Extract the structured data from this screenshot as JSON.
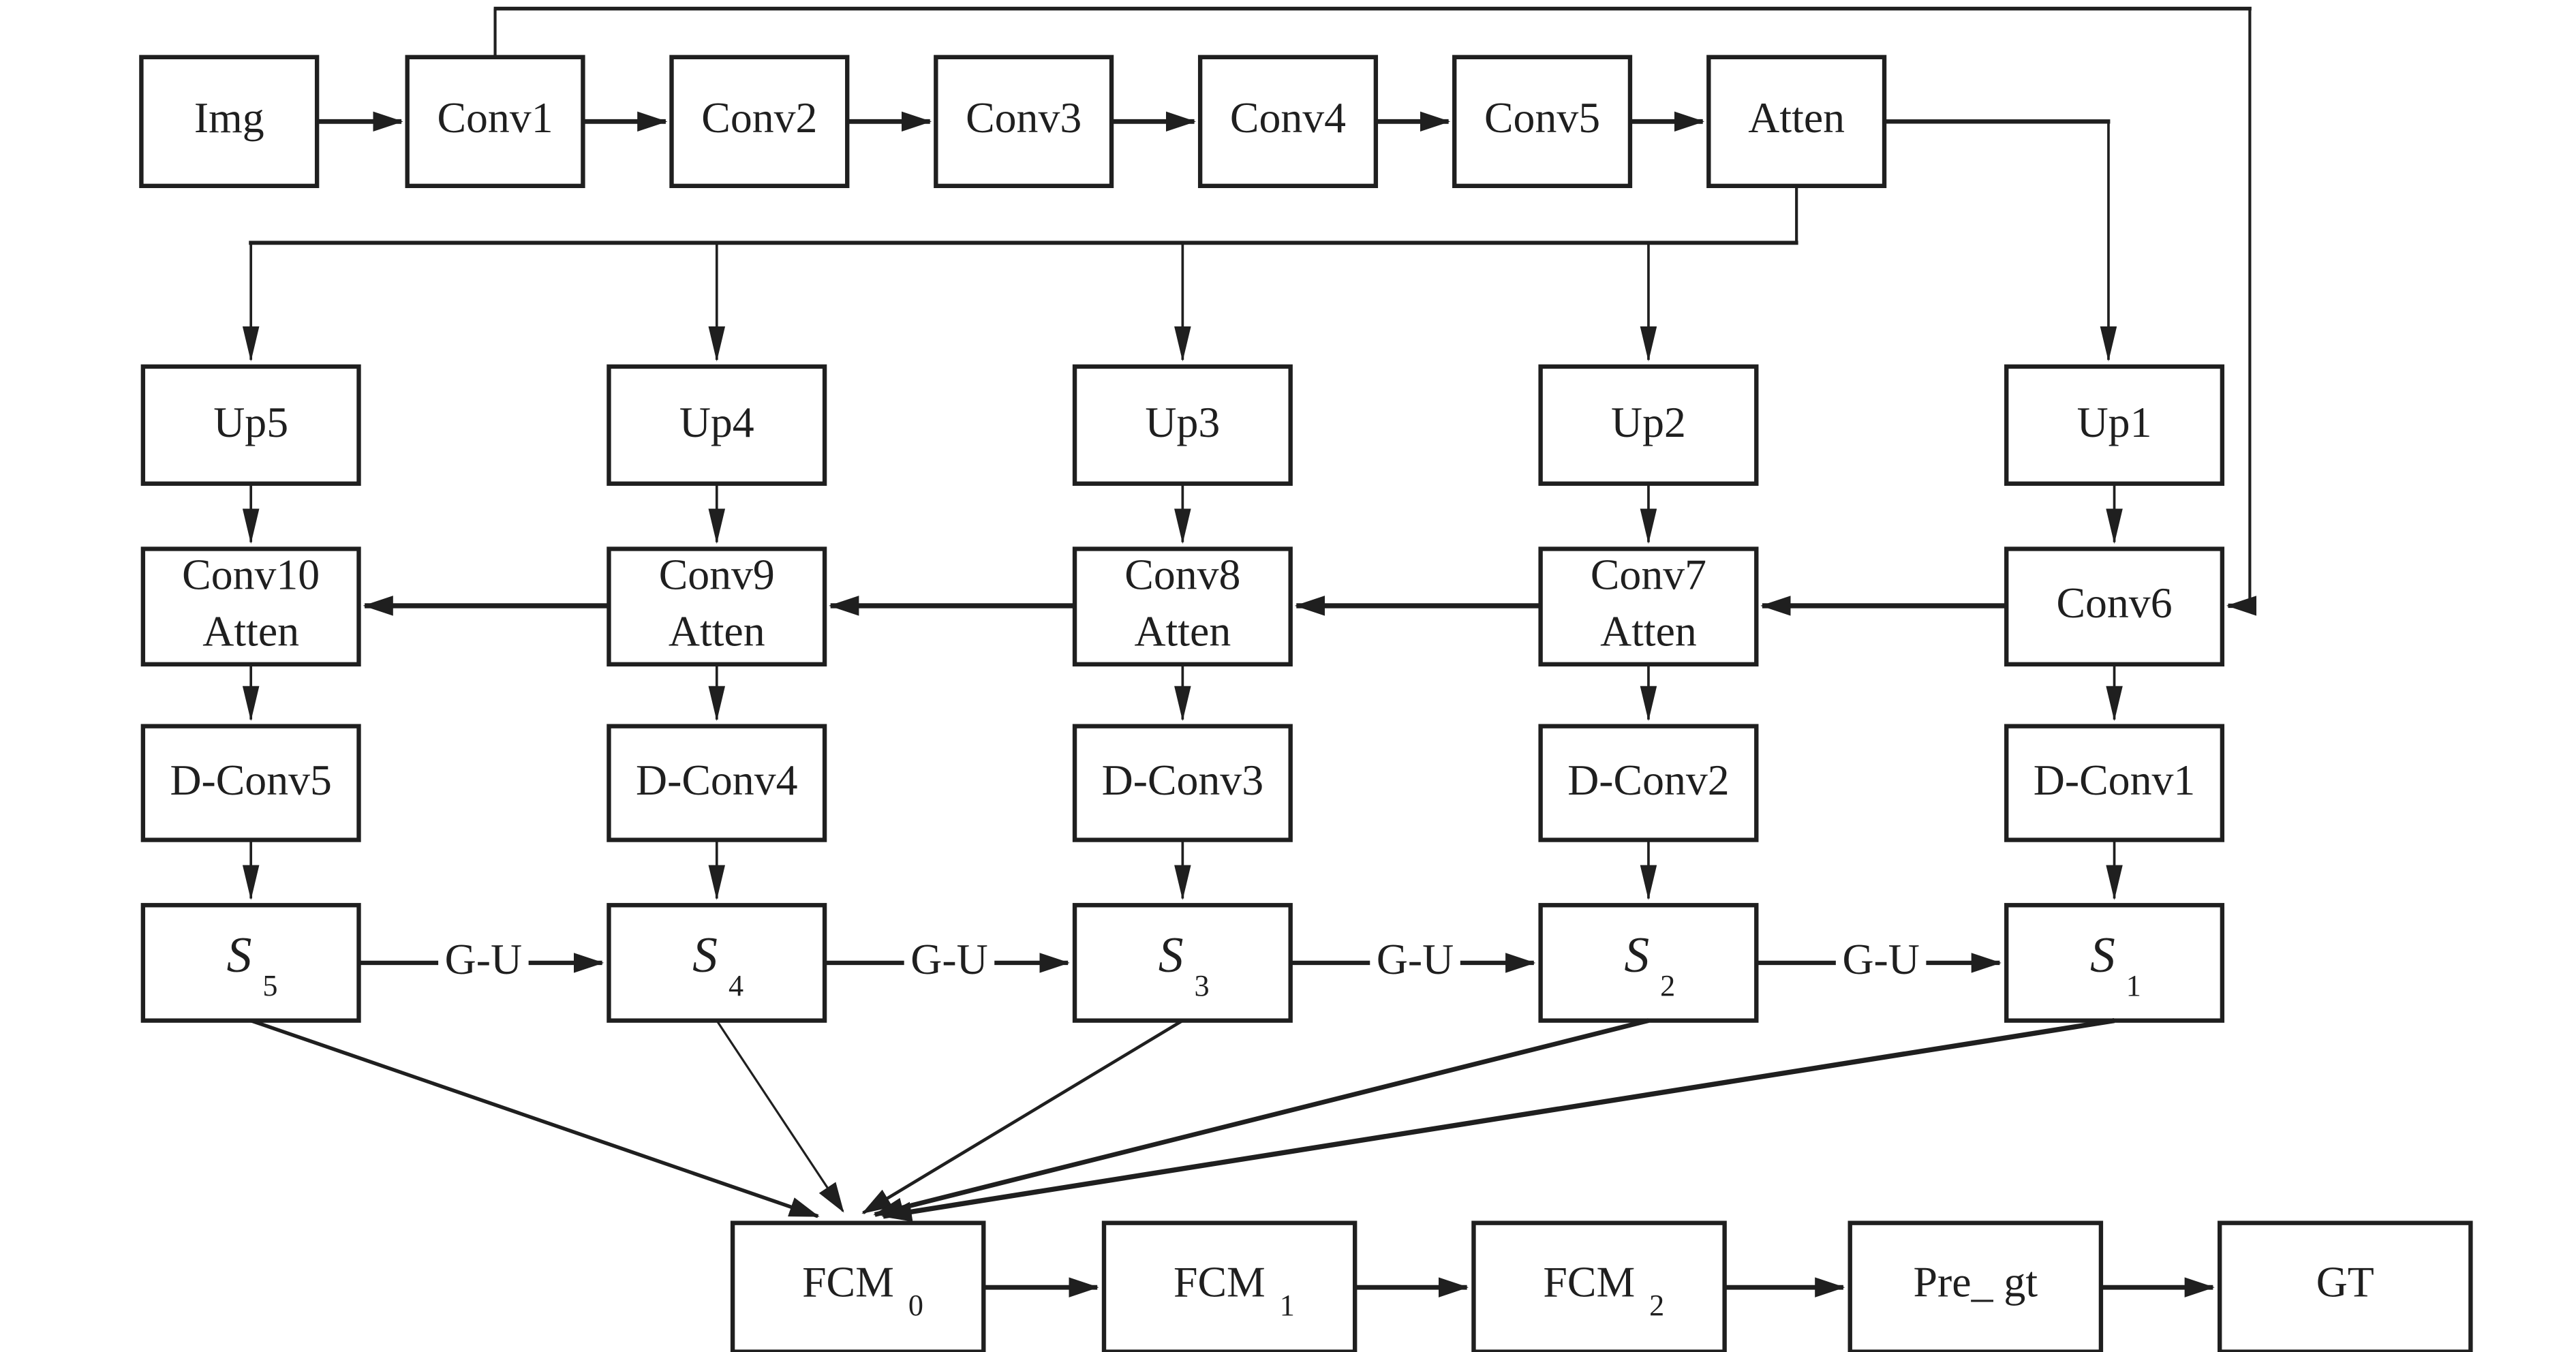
{
  "figure": {
    "background": "#ffffff",
    "line_color": "#1f1f1f",
    "encoder_row": [
      "Img",
      "Conv1",
      "Conv2",
      "Conv3",
      "Conv4",
      "Conv5",
      "Atten"
    ],
    "up_row": [
      "Up5",
      "Up4",
      "Up3",
      "Up2",
      "Up1"
    ],
    "decoder_row": {
      "two_line": [
        {
          "line1": "Conv10",
          "line2": "Atten"
        },
        {
          "line1": "Conv9",
          "line2": "Atten"
        },
        {
          "line1": "Conv8",
          "line2": "Atten"
        },
        {
          "line1": "Conv7",
          "line2": "Atten"
        }
      ],
      "single": "Conv6"
    },
    "dconv_row": [
      "D-Conv5",
      "D-Conv4",
      "D-Conv3",
      "D-Conv2",
      "D-Conv1"
    ],
    "s_row": [
      {
        "base": "S",
        "sub": "5"
      },
      {
        "base": "S",
        "sub": "4"
      },
      {
        "base": "S",
        "sub": "3"
      },
      {
        "base": "S",
        "sub": "2"
      },
      {
        "base": "S",
        "sub": "1"
      }
    ],
    "gu_label": "G-U",
    "bottom_row": [
      {
        "base": "FCM",
        "sub": "0"
      },
      {
        "base": "FCM",
        "sub": "1"
      },
      {
        "base": "FCM",
        "sub": "2"
      },
      {
        "base": "Pre_ gt",
        "sub": ""
      },
      {
        "base": "GT",
        "sub": ""
      }
    ]
  }
}
